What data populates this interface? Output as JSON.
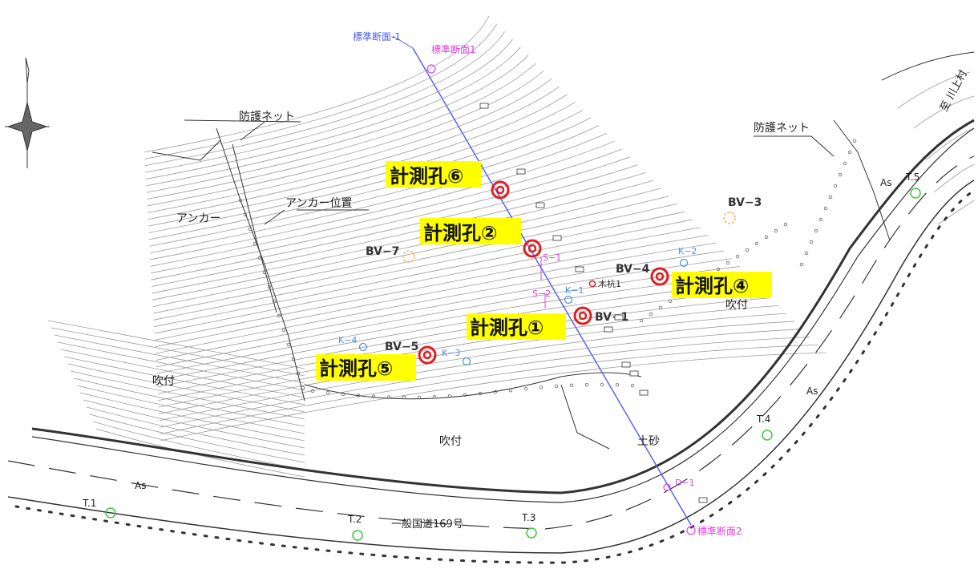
{
  "map": {
    "sections": {
      "standard_1_blue": "標準断面-1",
      "standard_1_pink": "標準断面1",
      "standard_2": "標準断面2"
    },
    "labels": {
      "net_left": "防護ネット",
      "net_right": "防護ネット",
      "anchor_position": "アンカー位置",
      "anchor": "アンカー",
      "spray_left": "吹付",
      "spray_bottom": "吹付",
      "spray_right": "吹付",
      "soil": "土砂",
      "road_name": "一般国道169号",
      "asphalt_1": "As",
      "asphalt_2": "As",
      "asphalt_3": "As",
      "to_village": "至 川上村",
      "wood_stake": "木杭1"
    },
    "boreholes": [
      {
        "id": "BV-1",
        "label": "BV−1"
      },
      {
        "id": "BV-3",
        "label": "BV−3"
      },
      {
        "id": "BV-4",
        "label": "BV−4"
      },
      {
        "id": "BV-5",
        "label": "BV−5"
      },
      {
        "id": "BV-7",
        "label": "BV−7"
      }
    ],
    "measurement_holes": [
      {
        "id": "1",
        "label": "計測孔①"
      },
      {
        "id": "2",
        "label": "計測孔②"
      },
      {
        "id": "4",
        "label": "計測孔④"
      },
      {
        "id": "5",
        "label": "計測孔⑤"
      },
      {
        "id": "6",
        "label": "計測孔⑥"
      }
    ],
    "small_points": {
      "k1": "K−1",
      "k2": "K−2",
      "k3": "K−3",
      "k4": "K−4",
      "s1": "S−1",
      "s2": "S−2",
      "d1": "D−1"
    },
    "survey_points": {
      "t1": "T.1",
      "t2": "T.2",
      "t3": "T.3",
      "t4": "T.4",
      "t5": "T.5"
    },
    "colors": {
      "contour": "#9a9a9a",
      "structure": "#333333",
      "section_line": "#4d5cf0",
      "magenta": "#e040e0",
      "orange": "#f0a040",
      "k_blue": "#4a90e0",
      "survey_green": "#3fc43f",
      "hole_red": "#e01e1e",
      "highlight": "#ffff00"
    }
  }
}
